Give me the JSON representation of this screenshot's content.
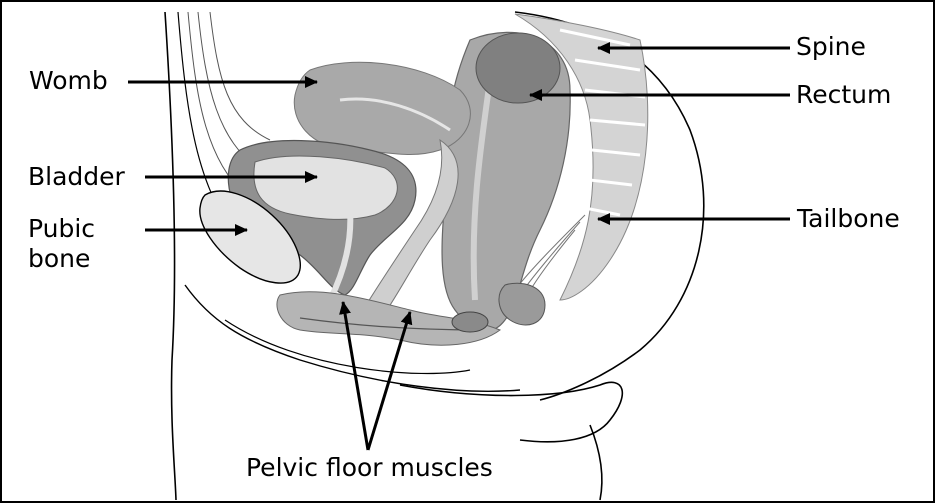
{
  "figure": {
    "labels": {
      "womb": "Womb",
      "bladder": "Bladder",
      "pubic_bone_line1": "Pubic",
      "pubic_bone_line2": "bone",
      "spine": "Spine",
      "rectum": "Rectum",
      "tailbone": "Tailbone",
      "pelvic_floor_muscles": "Pelvic floor muscles"
    }
  }
}
